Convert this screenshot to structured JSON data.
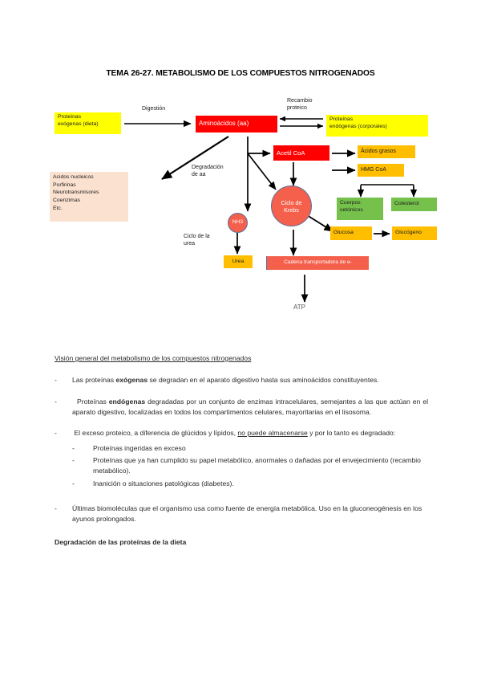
{
  "document": {
    "title": "TEMA 26-27. METABOLISMO DE LOS COMPUESTOS NITROGENADOS"
  },
  "diagram": {
    "name": "metabolismo-compuestos-nitrogenados-diagram",
    "colors": {
      "yellow": "#FFFF00",
      "peach": "#FBE2D0",
      "red": "#FF0000",
      "orange": "#FFBF00",
      "green": "#76C14C",
      "salmon": "#F4604C",
      "circle_border": "#5A6FA0"
    },
    "nodes": {
      "proteinas_exogenas": "Proteínas\nexógenas (dieta)",
      "aminoacidos": "Aminoácidos (aa)",
      "proteinas_endogenas": "Proteínas\nendógenas (corporales)",
      "otros_compuestos": "Acidos nucleicos\nPorfirinas\nNeurotransmisores\nCoenzimas\nEtc.",
      "acetil_coa": "Acetil CoA",
      "acidos_grasos": "Ácidos grasos",
      "hmg_coa": "HMG CoA",
      "cuerpos_cetonicos": "Cuerpos\ncetónicos",
      "colesterol": "Colesterol",
      "glucosa": "Glucosa",
      "glucogeno": "Glucógeno",
      "ciclo_krebs": "Ciclo de\nKrebs",
      "nh3": "NH3",
      "urea": "Urea",
      "cadena_transportadora": "Cadena transportadora de e-",
      "atp": "ATP"
    },
    "labels": {
      "digestion": "Digestión",
      "recambio_proteico": "Recambio\nproteico",
      "degradacion_aa": "Degradación\nde aa",
      "ciclo_urea": "Ciclo de la\nurea"
    }
  },
  "content": {
    "section_heading": "Visión general del metabolismo de los compuestos nitrogenados",
    "dash": "-",
    "bullets": {
      "b1_pre": "Las proteínas ",
      "b1_bold": "exógenas",
      "b1_post": " se degradan en el aparato digestivo hasta sus aminoácidos constituyentes.",
      "b2_pre": "Proteínas ",
      "b2_bold": "endógenas",
      "b2_post": " degradadas por un conjunto de enzimas intracelulares, semejantes a las que actúan en el aparato digestivo, localizadas en todos los compartimentos celulares, mayoritarias en el lisosoma.",
      "b3_pre": "El exceso proteico, a diferencia de glúcidos y lípidos, ",
      "b3_underline": "no puede almacenarse",
      "b3_post": " y por lo tanto es degradado:",
      "b3_sub1": "Proteínas ingeridas en exceso",
      "b3_sub2": "Proteínas que ya han cumplido su papel metabólico, anormales o dañadas por el envejecimiento (recambio metabólico).",
      "b3_sub3": "Inanición o situaciones patológicas (diabetes).",
      "b4": "Últimas biomoléculas que el organismo usa como fuente de energía metabólica. Uso en la gluconeogénesis en los ayunos prolongados."
    },
    "footer_heading": "Degradación de las proteínas de la dieta"
  }
}
